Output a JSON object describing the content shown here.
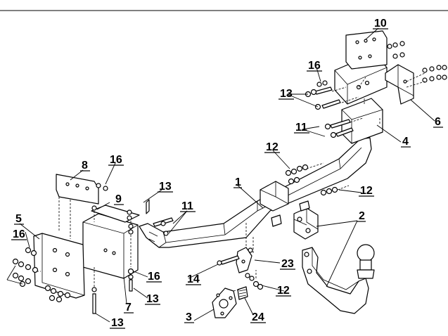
{
  "colors": {
    "line": "#000000",
    "background": "#ffffff"
  },
  "callouts": [
    {
      "id": "c1",
      "label": "1"
    },
    {
      "id": "c2",
      "label": "2"
    },
    {
      "id": "c3",
      "label": "3"
    },
    {
      "id": "c4",
      "label": "4"
    },
    {
      "id": "c5",
      "label": "5"
    },
    {
      "id": "c6",
      "label": "6"
    },
    {
      "id": "c7",
      "label": "7"
    },
    {
      "id": "c8",
      "label": "8"
    },
    {
      "id": "c9",
      "label": "9"
    },
    {
      "id": "c10",
      "label": "10"
    },
    {
      "id": "c11a",
      "label": "11"
    },
    {
      "id": "c11b",
      "label": "11"
    },
    {
      "id": "c12a",
      "label": "12"
    },
    {
      "id": "c12b",
      "label": "12"
    },
    {
      "id": "c12c",
      "label": "12"
    },
    {
      "id": "c13a",
      "label": "13"
    },
    {
      "id": "c13b",
      "label": "13"
    },
    {
      "id": "c13c",
      "label": "13"
    },
    {
      "id": "c13d",
      "label": "13"
    },
    {
      "id": "c14",
      "label": "14"
    },
    {
      "id": "c16a",
      "label": "16"
    },
    {
      "id": "c16b",
      "label": "16"
    },
    {
      "id": "c16c",
      "label": "16"
    },
    {
      "id": "c16d",
      "label": "16"
    },
    {
      "id": "c23",
      "label": "23"
    },
    {
      "id": "c24",
      "label": "24"
    }
  ]
}
